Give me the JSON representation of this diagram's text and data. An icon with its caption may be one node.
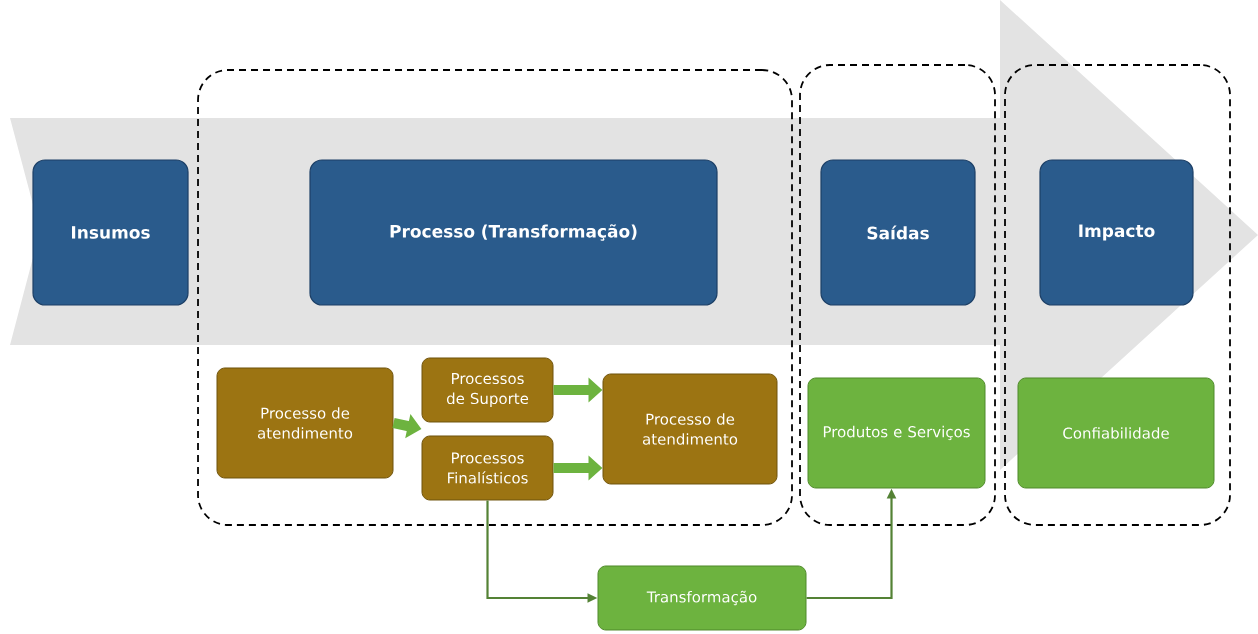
{
  "diagram": {
    "nodes": [
      {
        "text": [],
        "shape": "box"
      },
      {
        "text": [],
        "shape": "box"
      },
      {
        "text": [],
        "shape": "box"
      },
      {
        "text": [
          "Insumos"
        ]
      },
      {
        "text": [
          "Processo (Transformação)"
        ],
        "in": 0
      },
      {
        "text": [
          "Saídas"
        ],
        "in": 1
      },
      {
        "text": [
          "Impacto"
        ],
        "in": 2
      },
      {
        "text": [
          "Processo de atendimento"
        ],
        "in": 0
      },
      {
        "text": [
          "Processos de Suporte"
        ],
        "in": 0
      },
      {
        "text": [
          "Processos Finalísticos"
        ],
        "in": 0
      },
      {
        "text": [
          "Processo de atendimento"
        ],
        "in": 0
      },
      {
        "text": [
          "Produtos e Serviços"
        ],
        "in": 1
      },
      {
        "text": [
          "Confiabilidade"
        ],
        "in": 2
      },
      {
        "text": [
          "Transformação"
        ]
      }
    ],
    "edges": [
      {
        "from": 7,
        "to": 8,
        "arrow": "to"
      },
      {
        "from": 7,
        "to": 9,
        "arrow": "to"
      },
      {
        "from": 8,
        "to": 10,
        "arrow": "to"
      },
      {
        "from": 9,
        "to": 10,
        "arrow": "to"
      },
      {
        "from": 9,
        "to": 13,
        "arrow": "to",
        "color": "#548235"
      },
      {
        "from": 13,
        "to": 11,
        "arrow": "to",
        "color": "#548235"
      }
    ]
  }
}
